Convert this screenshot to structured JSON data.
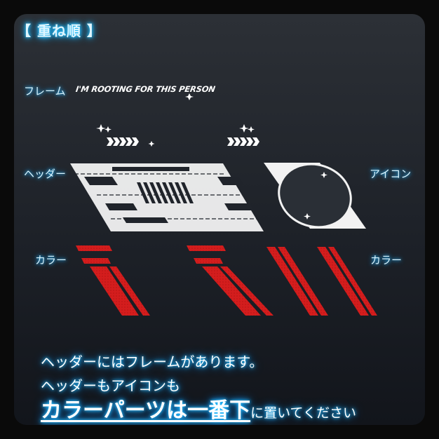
{
  "title": "【 重ね順 】",
  "labels": {
    "frame": "フレーム",
    "header": "ヘッダー",
    "icon": "アイコン",
    "color_left": "カラー",
    "color_right": "カラー"
  },
  "frame_text": "I'M ROOTING FOR THIS PERSON",
  "notes": {
    "line1": "ヘッダーにはフレームがあります。",
    "line2": "ヘッダーもアイコンも",
    "line3_big": "カラーパーツは一番下",
    "line3_small": "に置いてください"
  },
  "colors": {
    "accent_glow": "#29c4ff",
    "part_red": "#d41d1d",
    "part_white": "#f2f2f2"
  }
}
